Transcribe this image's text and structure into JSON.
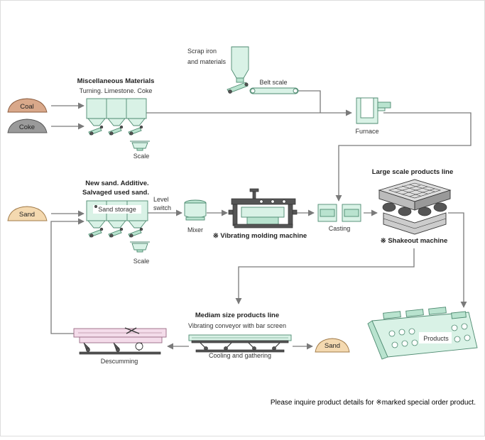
{
  "piles": {
    "coal": "Coal",
    "coke": "Coke",
    "sand_in": "Sand",
    "sand_out": "Sand"
  },
  "labels": {
    "misc_title": "Miscellaneous Materials",
    "misc_sub": "Turning. Limestone. Coke",
    "scale_top": "Scale",
    "scrap_line1": "Scrap iron",
    "scrap_line2": "and materials",
    "belt_scale": "Belt scale",
    "furnace": "Furnace",
    "new_sand_line1": "New sand. Additive.",
    "new_sand_line2": "Salvaged used sand.",
    "sand_storage": "Sand storage",
    "level_line1": "Level",
    "level_line2": "switch",
    "scale_bottom": "Scale",
    "mixer": "Mixer",
    "vibrating_molding": "※ Vibrating molding machine",
    "casting": "Casting",
    "large_line": "Large scale products line",
    "shakeout": "※ Shakeout machine",
    "medium_line": "Mediam size products line",
    "vibrating_conveyor": "Vibrating conveyor with bar screen",
    "cooling": "Cooling and gathering",
    "descumming": "Descumming",
    "products": "Products"
  },
  "footer": {
    "note": "Please inquire product details for ※marked special order product."
  },
  "colors": {
    "machine_fill": "#d9f2e6",
    "machine_stroke": "#4d8a70",
    "pile_fill": "#d9a88a",
    "pile_gray": "#9a9a9a",
    "sand_fill": "#f4d9b0",
    "pink_machine": "#f4dcea",
    "arrow": "#7a7a7a"
  }
}
